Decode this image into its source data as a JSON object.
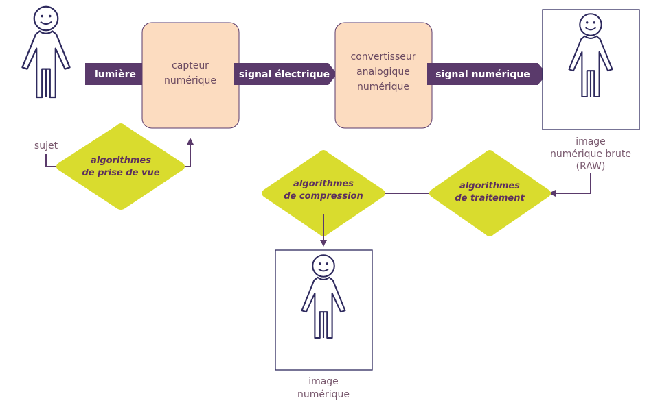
{
  "colors": {
    "purple": "#5a3a6b",
    "box_fill": "#fcdcc0",
    "box_stroke": "#5a3a6b",
    "diamond_fill": "#d9dc2e",
    "figure_stroke": "#2e2a5e"
  },
  "nodes": {
    "subject": {
      "label": "sujet"
    },
    "sensor": {
      "line1": "capteur",
      "line2": "numérique"
    },
    "converter": {
      "line1": "convertisseur",
      "line2": "analogique",
      "line3": "numérique"
    },
    "raw_image": {
      "line1": "image",
      "line2": "numérique brute",
      "line3": "(RAW)"
    },
    "final_image": {
      "line1": "image",
      "line2": "numérique"
    }
  },
  "flows": {
    "light": "lumière",
    "electric": "signal électrique",
    "digital": "signal numérique"
  },
  "algorithms": {
    "capture": {
      "line1": "algorithmes",
      "line2": "de prise de vue"
    },
    "processing": {
      "line1": "algorithmes",
      "line2": "de traitement"
    },
    "compression": {
      "line1": "algorithmes",
      "line2": "de compression"
    }
  }
}
